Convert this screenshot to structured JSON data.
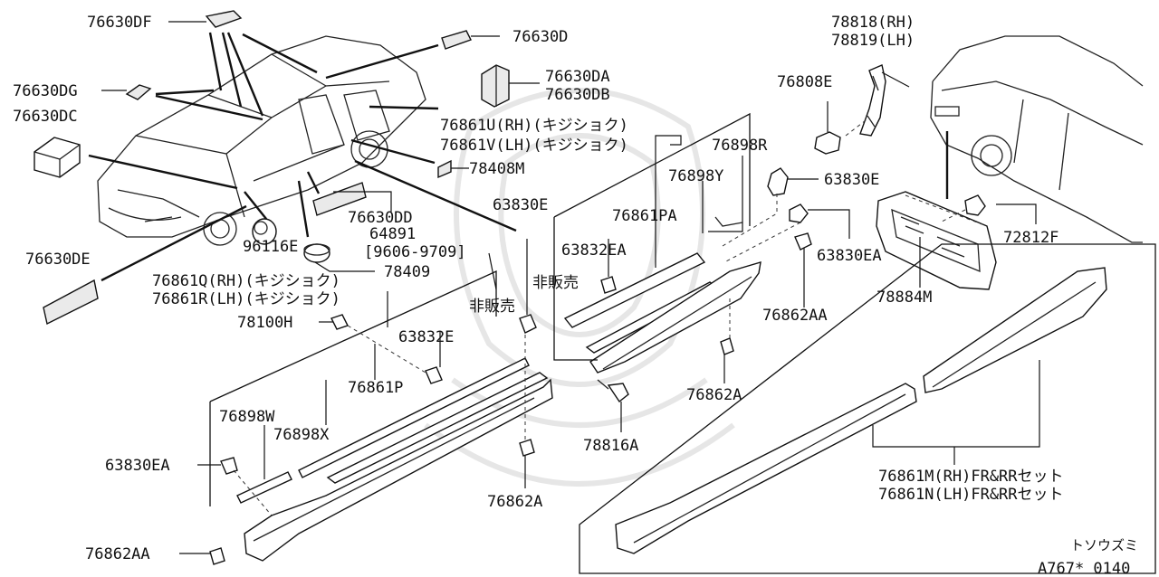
{
  "labels": {
    "p76630DF": "76630DF",
    "p76630D": "76630D",
    "p76630DA": "76630DA",
    "p76630DB": "76630DB",
    "p76630DG": "76630DG",
    "p76630DC": "76630DC",
    "p78818": "78818(RH)",
    "p78819": "78819(LH)",
    "p76808E": "76808E",
    "p76861U": "76861U(RH)(キジショク)",
    "p76861V": "76861V(LH)(キジショク)",
    "p76898R": "76898R",
    "p78408M": "78408M",
    "p76898Y": "76898Y",
    "p63830E_top": "63830E",
    "p76861PA": "76861PA",
    "p63830E_mid": "63830E",
    "p76630DD": "76630DD",
    "p64891": "64891",
    "p9606": "[9606-9709]",
    "p72812F": "72812F",
    "p63832EA": "63832EA",
    "p63830EA_right": "63830EA",
    "p96116E": "96116E",
    "p76630DE": "76630DE",
    "p78409": "78409",
    "hihanbai_1": "非販売",
    "p78884M": "78884M",
    "p76861Q": "76861Q(RH)(キジショク)",
    "p76861R": "76861R(LH)(キジショク)",
    "hihanbai_2": "非販売",
    "p76862AA_right": "76862AA",
    "p78100H": "78100H",
    "p63832E": "63832E",
    "p76861P": "76861P",
    "p76862A_right": "76862A",
    "p76898W": "76898W",
    "p76898X": "76898X",
    "p78816A": "78816A",
    "p63830EA_left": "63830EA",
    "p76861M": "76861M(RH)FR&RRセット",
    "p76861N": "76861N(LH)FR&RRセット",
    "p76862A_left": "76862A",
    "p76862AA_left": "76862AA",
    "tosouzumi": "トソウズミ",
    "diagram_code": "A767* 0140"
  }
}
